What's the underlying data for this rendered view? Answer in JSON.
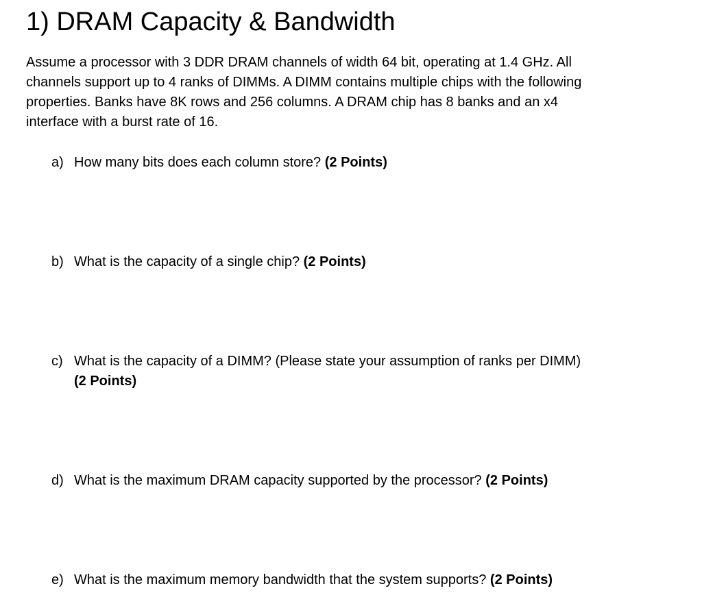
{
  "page": {
    "title": "1) DRAM Capacity & Bandwidth",
    "intro": "Assume a processor with 3 DDR DRAM channels of width 64 bit, operating at 1.4 GHz. All\nchannels support up to 4 ranks of DIMMs. A DIMM contains multiple chips with the following\nproperties. Banks have 8K rows and 256 columns. A DRAM chip has 8 banks and an x4\ninterface with a burst rate of 16."
  },
  "questions": [
    {
      "letter": "a)",
      "text": "How many bits does each column store?",
      "points": "(2 Points)"
    },
    {
      "letter": "b)",
      "text": "What is the capacity of a single chip?",
      "points": "(2 Points)"
    },
    {
      "letter": "c)",
      "text": "What is the capacity of a DIMM? (Please state your assumption of ranks per DIMM)",
      "points": "(2 Points)"
    },
    {
      "letter": "d)",
      "text": "What is the maximum DRAM capacity supported by the processor?",
      "points": "(2 Points)"
    },
    {
      "letter": "e)",
      "text": "What is the maximum memory bandwidth that the system supports?",
      "points": "(2 Points)"
    }
  ]
}
